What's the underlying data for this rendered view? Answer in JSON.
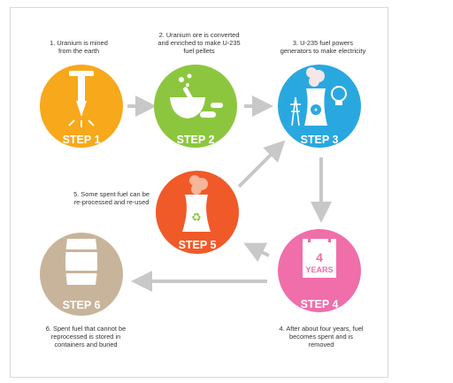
{
  "steps": [
    {
      "label": "STEP 1",
      "caption": "1. Uranium is mined\nfrom the earth",
      "color": "#f7a81b",
      "icon": "mining-drill-icon"
    },
    {
      "label": "STEP 2",
      "caption": "2. Uranium ore is converted\nand enriched to make U-235\nfuel pellets",
      "color": "#8cc63f",
      "icon": "mortar-pestle-pellets-icon"
    },
    {
      "label": "STEP 3",
      "caption": "3. U-235 fuel powers\ngenerators to make electricity",
      "color": "#29a8e0",
      "icon": "power-plant-icon"
    },
    {
      "label": "STEP 4",
      "caption": "4. After about four years, fuel\nbecomes spent and is\nremoved",
      "color": "#f06ea9",
      "icon": "calendar-icon",
      "calendar_number": "4",
      "calendar_unit": "YEARS"
    },
    {
      "label": "STEP 5",
      "caption": "5. Some spent fuel can be\nre-processed and re-used",
      "color": "#f05a28",
      "icon": "recycling-cooling-tower-icon"
    },
    {
      "label": "STEP 6",
      "caption": "6. Spent fuel that cannot be\nreprocessed is stored in\ncontainers and buried",
      "color": "#c8b49a",
      "icon": "storage-barrel-icon"
    }
  ],
  "colors": {
    "arrow": "#c8c8c8",
    "frame": "#d9d9d9",
    "text": "#333333"
  }
}
